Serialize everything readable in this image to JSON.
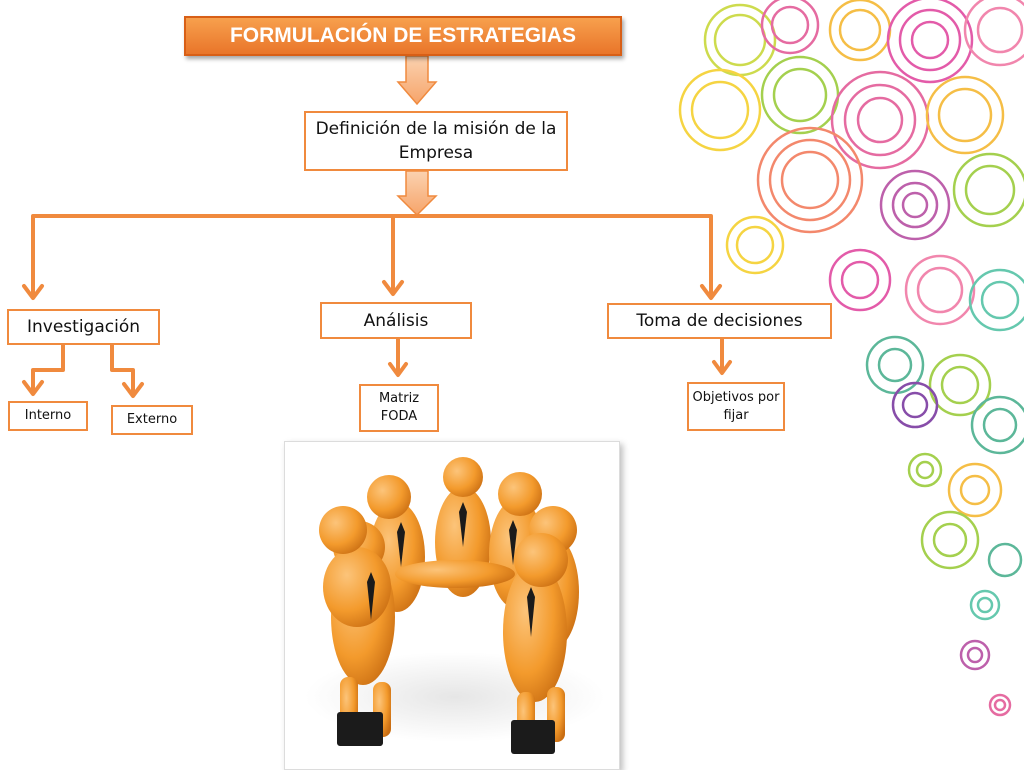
{
  "diagram": {
    "title": "FORMULACIÓN DE ESTRATEGIAS",
    "mission": "Definición de la misión de la Empresa",
    "branches": {
      "investigacion": "Investigación",
      "analisis": "Análisis",
      "toma_decisiones": "Toma de decisiones"
    },
    "leaves": {
      "interno": "Interno",
      "externo": "Externo",
      "matriz_foda": "Matriz FODA",
      "objetivos": "Objetivos por fijar"
    }
  },
  "colors": {
    "accent": "#f08a3e",
    "title_fill": "#ed7d31",
    "figure_orange": "#f39a2c"
  },
  "illustration": "team-of-orange-figures-joining-hands",
  "decoration": "colorful-spiral-circles"
}
